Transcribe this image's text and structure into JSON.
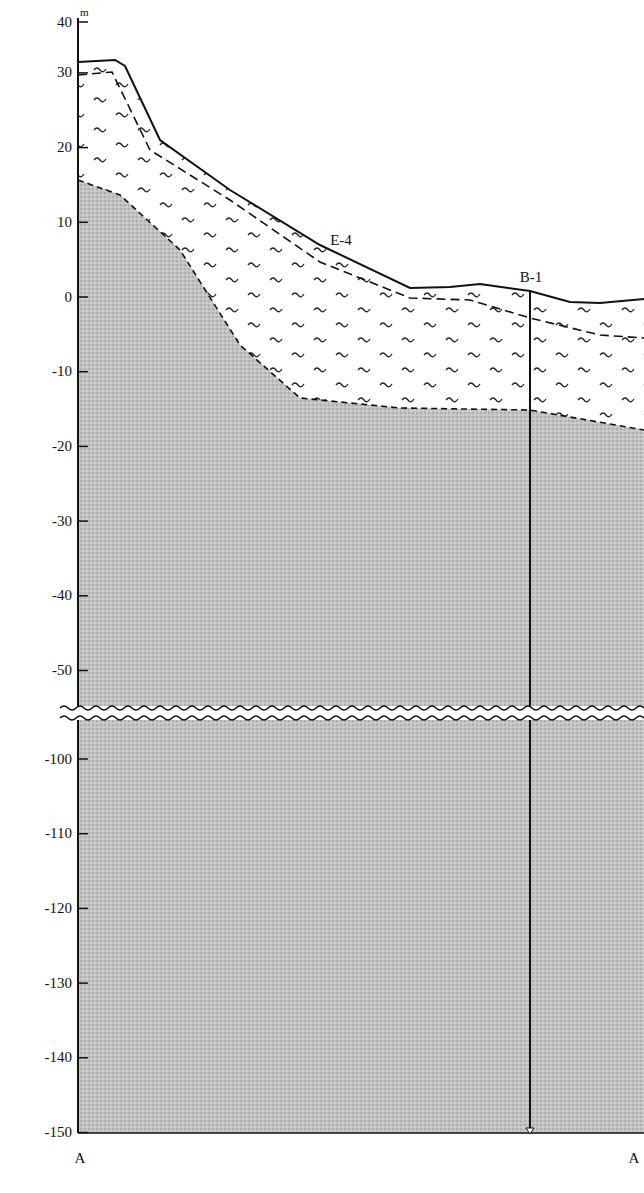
{
  "diagram": {
    "labels": [
      "40",
      "m",
      "30",
      "20",
      "10",
      "0",
      "-10",
      "-20",
      "-30",
      "-40",
      "-50",
      "-100",
      "-110",
      "-120",
      "-130",
      "-140",
      "-150",
      "E-4",
      "B-1",
      "A",
      "A"
    ]
  }
}
